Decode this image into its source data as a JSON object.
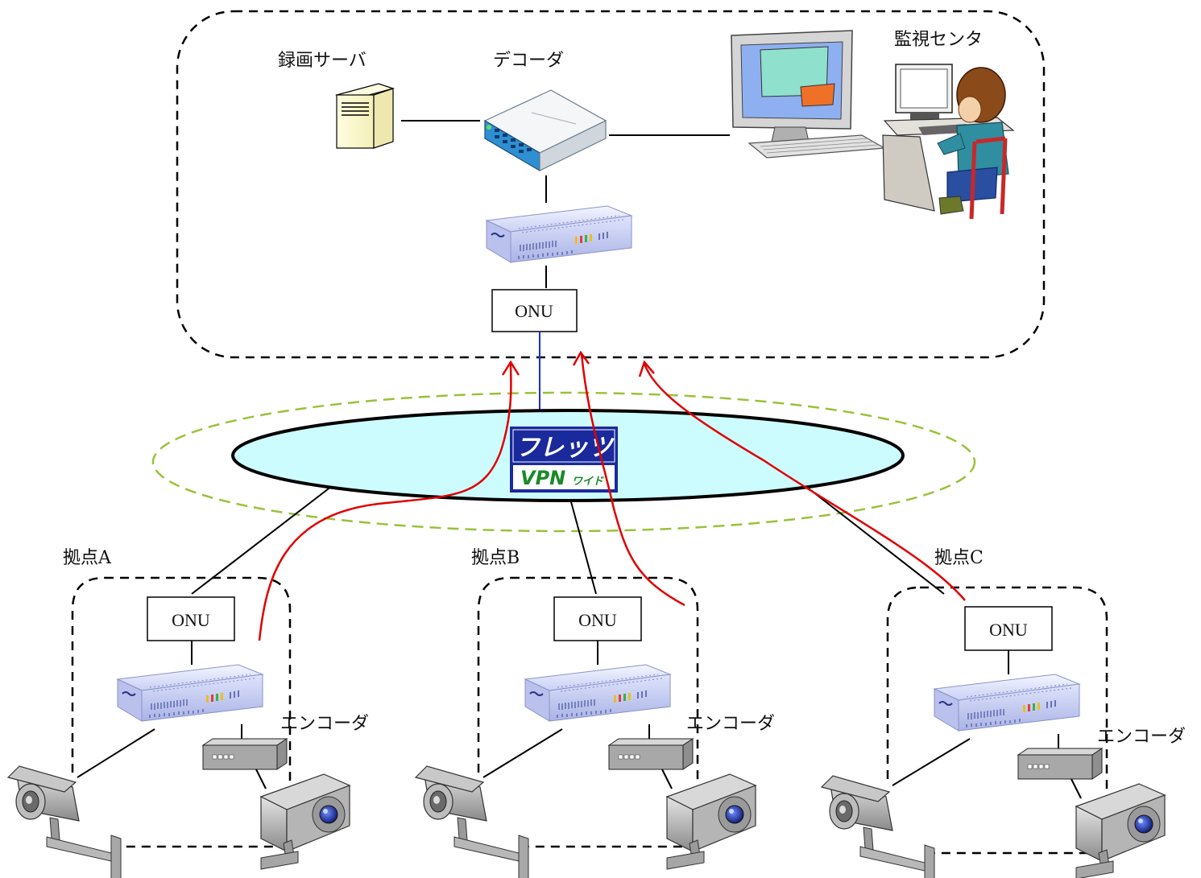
{
  "center": {
    "recorder_label": "録画サーバ",
    "decoder_label": "デコーダ",
    "monitor_label": "監視センタ",
    "onu_label": "ONU"
  },
  "network": {
    "logo_top": "フレッツ",
    "logo_bottom": "VPN",
    "logo_suffix": "ワイド"
  },
  "sites": [
    {
      "label": "拠点A",
      "onu_label": "ONU",
      "encoder_label": "エンコーダ"
    },
    {
      "label": "拠点B",
      "onu_label": "ONU",
      "encoder_label": "エンコーダ"
    },
    {
      "label": "拠点C",
      "onu_label": "ONU",
      "encoder_label": "エンコーダ"
    }
  ],
  "colors": {
    "vpn_fill": "#ccfcfd",
    "outer_ring": "#99c23a",
    "flow_arrow": "#e00000",
    "uplink": "#1b2fd8",
    "logo_bg": "#1a2a9c",
    "logo_text_green": "#1a8a2a"
  }
}
